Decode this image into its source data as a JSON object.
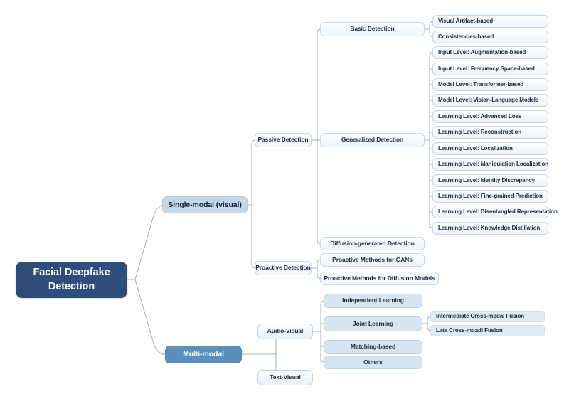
{
  "diagram": {
    "title": "Facial Deepfake Detection Taxonomy",
    "type": "mind-map",
    "colors": {
      "root_fill": "#2e4d7b",
      "root_text": "#ffffff",
      "level1_light_fill": "#c3d7e7",
      "level1_medium_fill": "#5b8fbe",
      "node_border": "#c9d8e4",
      "node_fill": "#f4f8fb",
      "connector": "#9bb6cb",
      "background": "#ffffff"
    }
  },
  "root": {
    "label": "Facial Deepfake Detection"
  },
  "branches": {
    "single_modal": {
      "label": "Single-modal (visual)",
      "children": {
        "passive": {
          "label": "Passive Detection",
          "children": {
            "basic": {
              "label": "Basic Detection",
              "leaves": [
                "Visual Artifact-based",
                "Consistencies-based"
              ]
            },
            "generalized": {
              "label": "Generalized Detection",
              "leaves": [
                "Input Level: Augmentation-based",
                "Input Level: Frequency Space-based",
                "Model Level: Transformer-based",
                "Model Level: Vision-Language Models",
                "Learning Level: Advanced Loss",
                "Learning Level: Reconstruction",
                "Learning Level: Localization",
                "Learning Level: Manipulation Localization",
                "Learning Level: Identity Discrepancy",
                "Learning Level: Fine-grained Prediction",
                "Learning Level: Disentangled Representation",
                "Learning Level: Knowledge Distillation"
              ]
            },
            "diffusion": {
              "label": "Diffusion-generated Detection"
            }
          }
        },
        "proactive": {
          "label": "Proactive Detection",
          "children": [
            "Proactive Methods for GANs",
            "Proactive Methods for Diffusion Models"
          ]
        }
      }
    },
    "multi_modal": {
      "label": "Multi-modal",
      "children": {
        "audio_visual": {
          "label": "Audio-Visual",
          "children": [
            {
              "label": "Independent Learning",
              "leaves": []
            },
            {
              "label": "Joint Learning",
              "leaves": [
                "Intermediate Cross-modal Fusion",
                "Late Cross-moadl Fusion"
              ]
            },
            {
              "label": "Matching-based",
              "leaves": []
            },
            {
              "label": "Others",
              "leaves": []
            }
          ]
        },
        "text_visual": {
          "label": "Text-Visual"
        }
      }
    }
  }
}
